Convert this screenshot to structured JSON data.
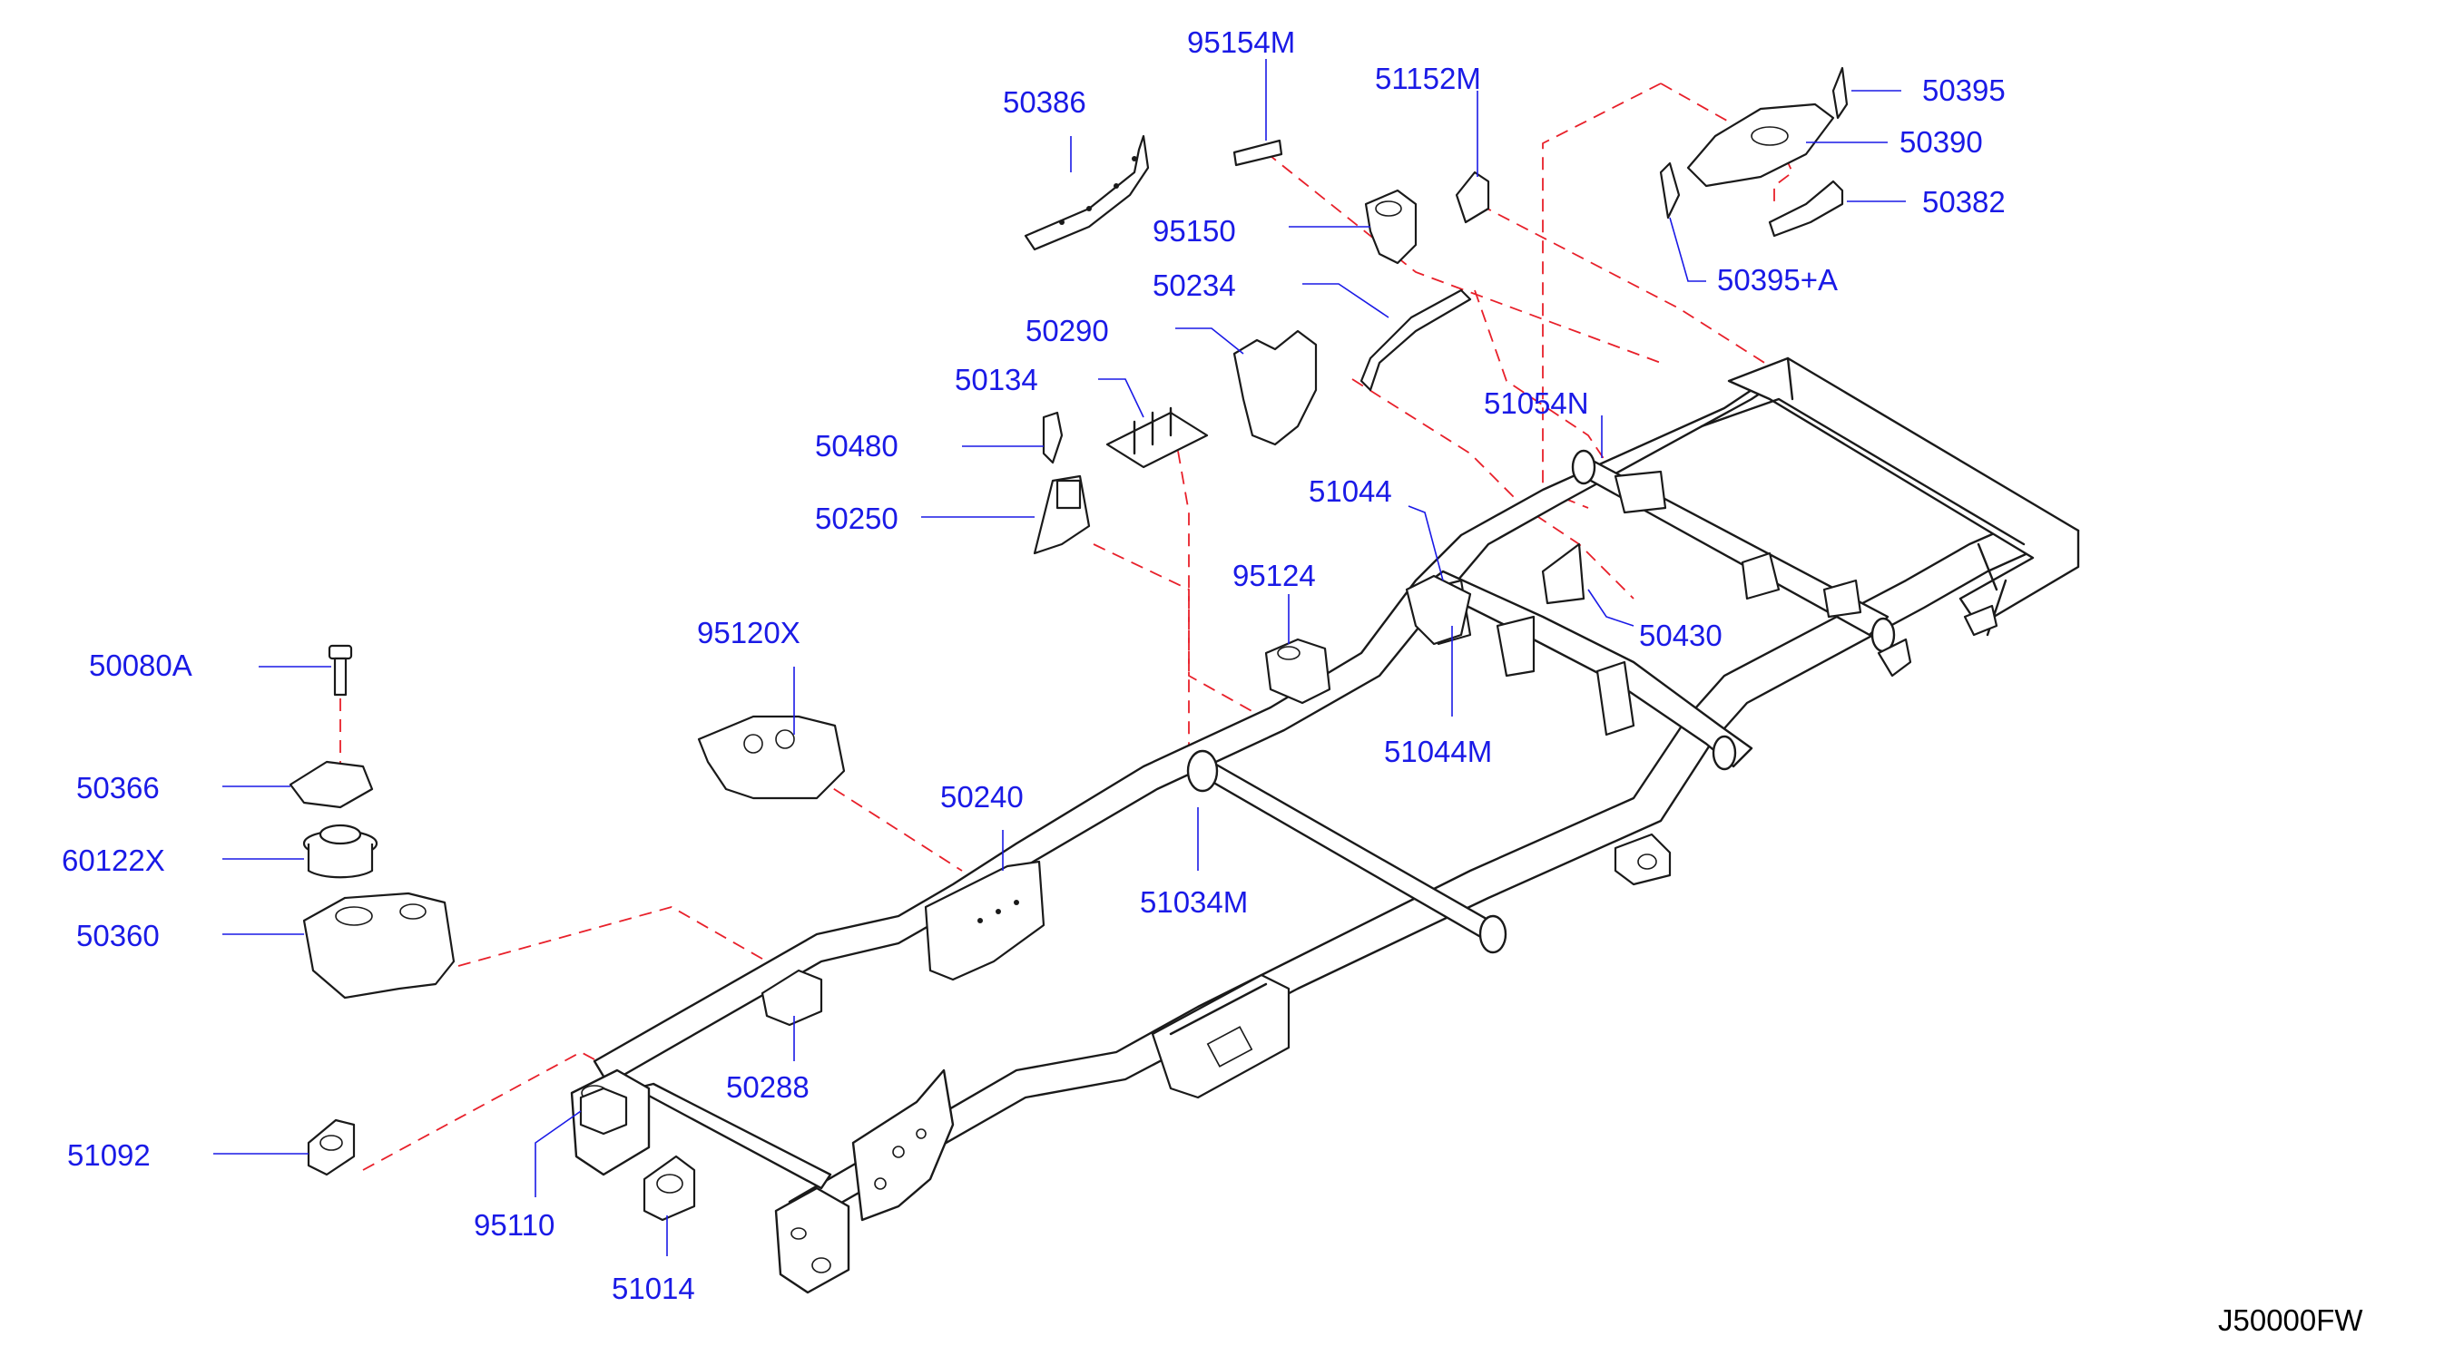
{
  "diagram_code": "J50000FW",
  "parts": [
    {
      "id": "p95154M",
      "number": "95154M"
    },
    {
      "id": "p51152M",
      "number": "51152M"
    },
    {
      "id": "p50395",
      "number": "50395"
    },
    {
      "id": "p50386",
      "number": "50386"
    },
    {
      "id": "p50390",
      "number": "50390"
    },
    {
      "id": "p50382",
      "number": "50382"
    },
    {
      "id": "p95150",
      "number": "95150"
    },
    {
      "id": "p50395A",
      "number": "50395+A"
    },
    {
      "id": "p50234",
      "number": "50234"
    },
    {
      "id": "p50290",
      "number": "50290"
    },
    {
      "id": "p51054N",
      "number": "51054N"
    },
    {
      "id": "p50134",
      "number": "50134"
    },
    {
      "id": "p50480",
      "number": "50480"
    },
    {
      "id": "p51044",
      "number": "51044"
    },
    {
      "id": "p50250",
      "number": "50250"
    },
    {
      "id": "p95124",
      "number": "95124"
    },
    {
      "id": "p50430",
      "number": "50430"
    },
    {
      "id": "p95120X",
      "number": "95120X"
    },
    {
      "id": "p50080A",
      "number": "50080A"
    },
    {
      "id": "p51044M",
      "number": "51044M"
    },
    {
      "id": "p50366",
      "number": "50366"
    },
    {
      "id": "p50240",
      "number": "50240"
    },
    {
      "id": "p60122X",
      "number": "60122X"
    },
    {
      "id": "p51034M",
      "number": "51034M"
    },
    {
      "id": "p50360",
      "number": "50360"
    },
    {
      "id": "p50288",
      "number": "50288"
    },
    {
      "id": "p51092",
      "number": "51092"
    },
    {
      "id": "p95110",
      "number": "95110"
    },
    {
      "id": "p51014",
      "number": "51014"
    }
  ]
}
